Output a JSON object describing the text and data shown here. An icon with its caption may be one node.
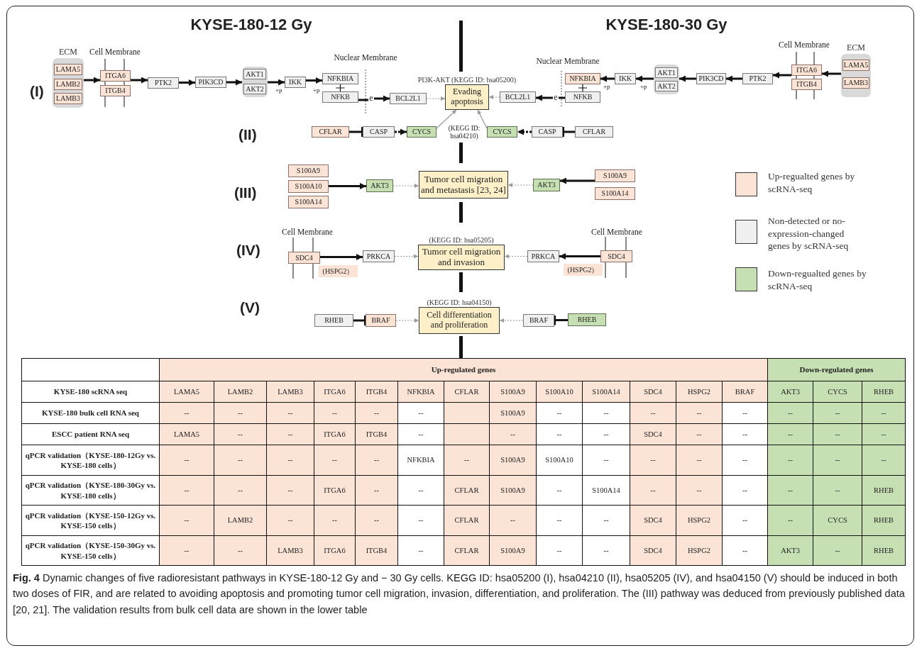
{
  "diagram": {
    "caption": "**Fig. 4** Dynamic changes of five radioresistant pathways in KYSE-180-12 Gy and − 30 Gy cells. KEGG ID: hsa05200 (I), hsa04210 (II), hsa05205 (IV), and hsa04150 (V) should be induced in both two doses of FIR, and are related to avoiding apoptosis and promoting tumor cell migration, invasion, differentiation, and proliferation. The (III) pathway was deduced from previously published data [20, 21]. The validation results from bulk cell data are shown in the lower table",
    "nodes": [
      {
        "text": [
          "ECM"
        ]
      },
      {
        "text": [
          "LAMA5"
        ],
        "in": 0
      },
      {
        "text": [
          "LAMB2"
        ],
        "in": 0
      },
      {
        "text": [
          "LAMB3"
        ],
        "in": 0
      },
      {
        "text": [
          "ITGA6"
        ]
      },
      {
        "text": [
          "ITGB4"
        ]
      },
      {
        "text": [
          "PTK2"
        ]
      },
      {
        "text": [
          "PIK3CD"
        ]
      },
      {
        "text": [],
        "shape": "box"
      },
      {
        "text": [
          "AKT1"
        ],
        "in": 8
      },
      {
        "text": [
          "AKT2"
        ],
        "in": 8
      },
      {
        "text": [
          "IKK"
        ]
      },
      {
        "text": [
          "NFKBIA"
        ]
      },
      {
        "text": [
          "NFKB"
        ]
      },
      {
        "text": [
          "e"
        ]
      },
      {
        "text": [
          "BCL2L1"
        ]
      },
      {
        "text": [
          "PI3K-AKT (KEGG ID: hsa05200)",
          "Evading apoptosis"
        ]
      },
      {
        "text": [
          "BCL2L1"
        ]
      },
      {
        "text": [
          "e"
        ]
      },
      {
        "text": [
          "NFKBIA"
        ]
      },
      {
        "text": [
          "NFKB"
        ]
      },
      {
        "text": [
          "IKK"
        ]
      },
      {
        "text": [],
        "shape": "box"
      },
      {
        "text": [
          "AKT1"
        ],
        "in": 22
      },
      {
        "text": [
          "AKT2"
        ],
        "in": 22
      },
      {
        "text": [
          "PIK3CD"
        ]
      },
      {
        "text": [
          "PTK2"
        ]
      },
      {
        "text": [
          "ITGA6"
        ]
      },
      {
        "text": [
          "ITGB4"
        ]
      },
      {
        "text": [
          "ECM"
        ]
      },
      {
        "text": [
          "LAMA5"
        ],
        "in": 29
      },
      {
        "text": [
          "LAMB3"
        ],
        "in": 29
      },
      {
        "text": [
          "CFLAR"
        ]
      },
      {
        "text": [
          "CASP"
        ]
      },
      {
        "text": [
          "CYCS"
        ]
      },
      {
        "text": [
          "CYCS"
        ]
      },
      {
        "text": [
          "CASP"
        ]
      },
      {
        "text": [
          "CFLAR"
        ]
      },
      {
        "text": [
          "S100A9"
        ]
      },
      {
        "text": [
          "S100A10"
        ]
      },
      {
        "text": [
          "S100A14"
        ]
      },
      {
        "text": [
          "AKT3"
        ]
      },
      {
        "text": [
          "Tumor cell migration and metastasis [23, 24]"
        ]
      },
      {
        "text": [
          "AKT3"
        ]
      },
      {
        "text": [
          "S100A9"
        ]
      },
      {
        "text": [
          "S100A14"
        ]
      },
      {
        "text": [
          "SDC4"
        ]
      },
      {
        "text": [
          "(HSPG2）"
        ]
      },
      {
        "text": [
          "PRKCA"
        ]
      },
      {
        "text": [
          "(KEGG ID: hsa05205)",
          "Tumor cell migration and invasion"
        ]
      },
      {
        "text": [
          "PRKCA"
        ]
      },
      {
        "text": [
          "SDC4"
        ]
      },
      {
        "text": [
          "(HSPG2）"
        ]
      },
      {
        "text": [
          "RHEB"
        ]
      },
      {
        "text": [
          "BRAF"
        ]
      },
      {
        "text": [
          "(KEGG ID: hsa04150)",
          "Cell differentiation and proliferation"
        ]
      },
      {
        "text": [
          "BRAF"
        ]
      },
      {
        "text": [
          "RHEB"
        ]
      }
    ],
    "edges": [
      {
        "from": 0,
        "to": 4,
        "arrow": "to"
      },
      {
        "from": 4,
        "to": 6,
        "arrow": "to"
      },
      {
        "from": 6,
        "to": 7,
        "arrow": "to"
      },
      {
        "from": 7,
        "to": 8,
        "arrow": "to"
      },
      {
        "from": 8,
        "to": 11,
        "arrow": "to"
      },
      {
        "from": 11,
        "to": 12,
        "arrow": "to"
      },
      {
        "from": 13,
        "to": 14,
        "arrow": "none"
      },
      {
        "from": 14,
        "to": 15,
        "arrow": "to"
      },
      {
        "from": 15,
        "to": 16,
        "arrow": "to",
        "style": "dashed",
        "color": "#999999"
      },
      {
        "from": 17,
        "to": 16,
        "arrow": "to",
        "style": "dashed",
        "color": "#999999"
      },
      {
        "from": 18,
        "to": 17,
        "arrow": "to"
      },
      {
        "from": 20,
        "to": 18,
        "arrow": "none"
      },
      {
        "from": 21,
        "to": 19,
        "arrow": "to"
      },
      {
        "from": 22,
        "to": 21,
        "arrow": "to"
      },
      {
        "from": 25,
        "to": 22,
        "arrow": "to"
      },
      {
        "from": 26,
        "to": 25,
        "arrow": "to"
      },
      {
        "from": 27,
        "to": 26,
        "arrow": "to"
      },
      {
        "from": 29,
        "to": 27,
        "arrow": "to"
      },
      {
        "from": 32,
        "to": 33,
        "arrow": "other"
      },
      {
        "from": 33,
        "to": 34,
        "arrow": "to",
        "style": "dashed"
      },
      {
        "from": 34,
        "to": 16,
        "arrow": "to",
        "color": "#999999"
      },
      {
        "from": 35,
        "to": 16,
        "arrow": "to",
        "color": "#999999"
      },
      {
        "from": 36,
        "to": 35,
        "arrow": "to",
        "style": "dashed"
      },
      {
        "from": 37,
        "to": 36,
        "arrow": "other"
      },
      {
        "from": 39,
        "to": 41,
        "arrow": "to"
      },
      {
        "from": 41,
        "to": 42,
        "arrow": "to",
        "style": "dashed",
        "color": "#999999"
      },
      {
        "from": 43,
        "to": 42,
        "arrow": "to",
        "style": "dashed",
        "color": "#999999"
      },
      {
        "from": 44,
        "to": 43,
        "arrow": "to"
      },
      {
        "from": 46,
        "to": 48,
        "arrow": "to"
      },
      {
        "from": 48,
        "to": 49,
        "arrow": "to",
        "style": "dashed",
        "color": "#999999"
      },
      {
        "from": 50,
        "to": 49,
        "arrow": "to",
        "style": "dashed",
        "color": "#999999"
      },
      {
        "from": 51,
        "to": 50,
        "arrow": "to"
      },
      {
        "from": 53,
        "to": 54,
        "arrow": "other"
      },
      {
        "from": 54,
        "to": 55,
        "arrow": "to",
        "style": "dashed",
        "color": "#999999"
      },
      {
        "from": 56,
        "to": 55,
        "arrow": "to",
        "style": "dashed",
        "color": "#999999"
      },
      {
        "from": 57,
        "to": 56,
        "arrow": "other"
      },
      {
        "from": 12,
        "to": 13,
        "arrow": "none"
      },
      {
        "from": 19,
        "to": 20,
        "arrow": "none"
      }
    ],
    "labels": [
      "KYSE-180-12 Gy",
      "KYSE-180-30 Gy",
      "Cell Membrane",
      "Nuclear Membrane",
      "(I)",
      "+p",
      "+p",
      "Nuclear Membrane",
      "+p",
      "+p",
      "Cell Membrane",
      "(II)",
      "(KEGG ID: hsa04210)",
      "(III)",
      "Cell Membrane",
      "Cell Membrane",
      "(IV)",
      "(V)",
      "Up-regulated genes",
      "Down-regulated genes",
      "KYSE-180 scRNA seq",
      "LAMA5",
      "LAMB2",
      "LAMB3",
      "ITGA6",
      "ITGB4",
      "NFKBIA",
      "CFLAR",
      "S100A9",
      "S100A10",
      "S100A14",
      "SDC4",
      "HSPG2",
      "BRAF",
      "AKT3",
      "CYCS",
      "RHEB",
      "KYSE-180 bulk cell RNA seq",
      "--",
      "--",
      "--",
      "--",
      "--",
      "--",
      "S100A9",
      "--",
      "--",
      "--",
      "--",
      "--",
      "--",
      "--",
      "--",
      "ESCC patient RNA seq",
      "LAMA5",
      "--",
      "--",
      "ITGA6",
      "ITGB4",
      "--",
      "--",
      "--",
      "--",
      "SDC4",
      "--",
      "--",
      "--",
      "--",
      "--",
      "qPCR validation（KYSE-180-12Gy vs. KYSE-180 cells）",
      "--",
      "--",
      "--",
      "--",
      "--",
      "NFKBIA",
      "--",
      "S100A9",
      "S100A10",
      "--",
      "--",
      "--",
      "--",
      "--",
      "--",
      "--",
      "qPCR validation（KYSE-180-30Gy vs. KYSE-180 cells）",
      "--",
      "--",
      "--",
      "ITGA6",
      "--",
      "--",
      "CFLAR",
      "S100A9",
      "--",
      "S100A14",
      "--",
      "--",
      "--",
      "--",
      "--",
      "RHEB",
      "qPCR validation（KYSE-150-12Gy vs. KYSE-150 cells）",
      "--",
      "LAMB2",
      "--",
      "--",
      "--",
      "--",
      "CFLAR",
      "--",
      "--",
      "--",
      "SDC4",
      "HSPG2",
      "--",
      "--",
      "CYCS",
      "RHEB",
      "qPCR validation（KYSE-150-30Gy vs. KYSE-150 cells）",
      "--",
      "--",
      "LAMB3",
      "ITGA6",
      "ITGB4",
      "--",
      "CFLAR",
      "S100A9",
      "--",
      "--",
      "SDC4",
      "HSPG2",
      "--",
      "AKT3",
      "--",
      "RHEB"
    ],
    "legend": [
      {
        "text": "Up-regualted genes by scRNA-seq",
        "color": "#fbe3d6"
      },
      {
        "text": "Non-detected or no-expression-changed genes by scRNA-seq",
        "color": "#f0f0f0"
      },
      {
        "text": "Down-regualted genes by scRNA-seq",
        "color": "#c6e0b4"
      }
    ]
  }
}
